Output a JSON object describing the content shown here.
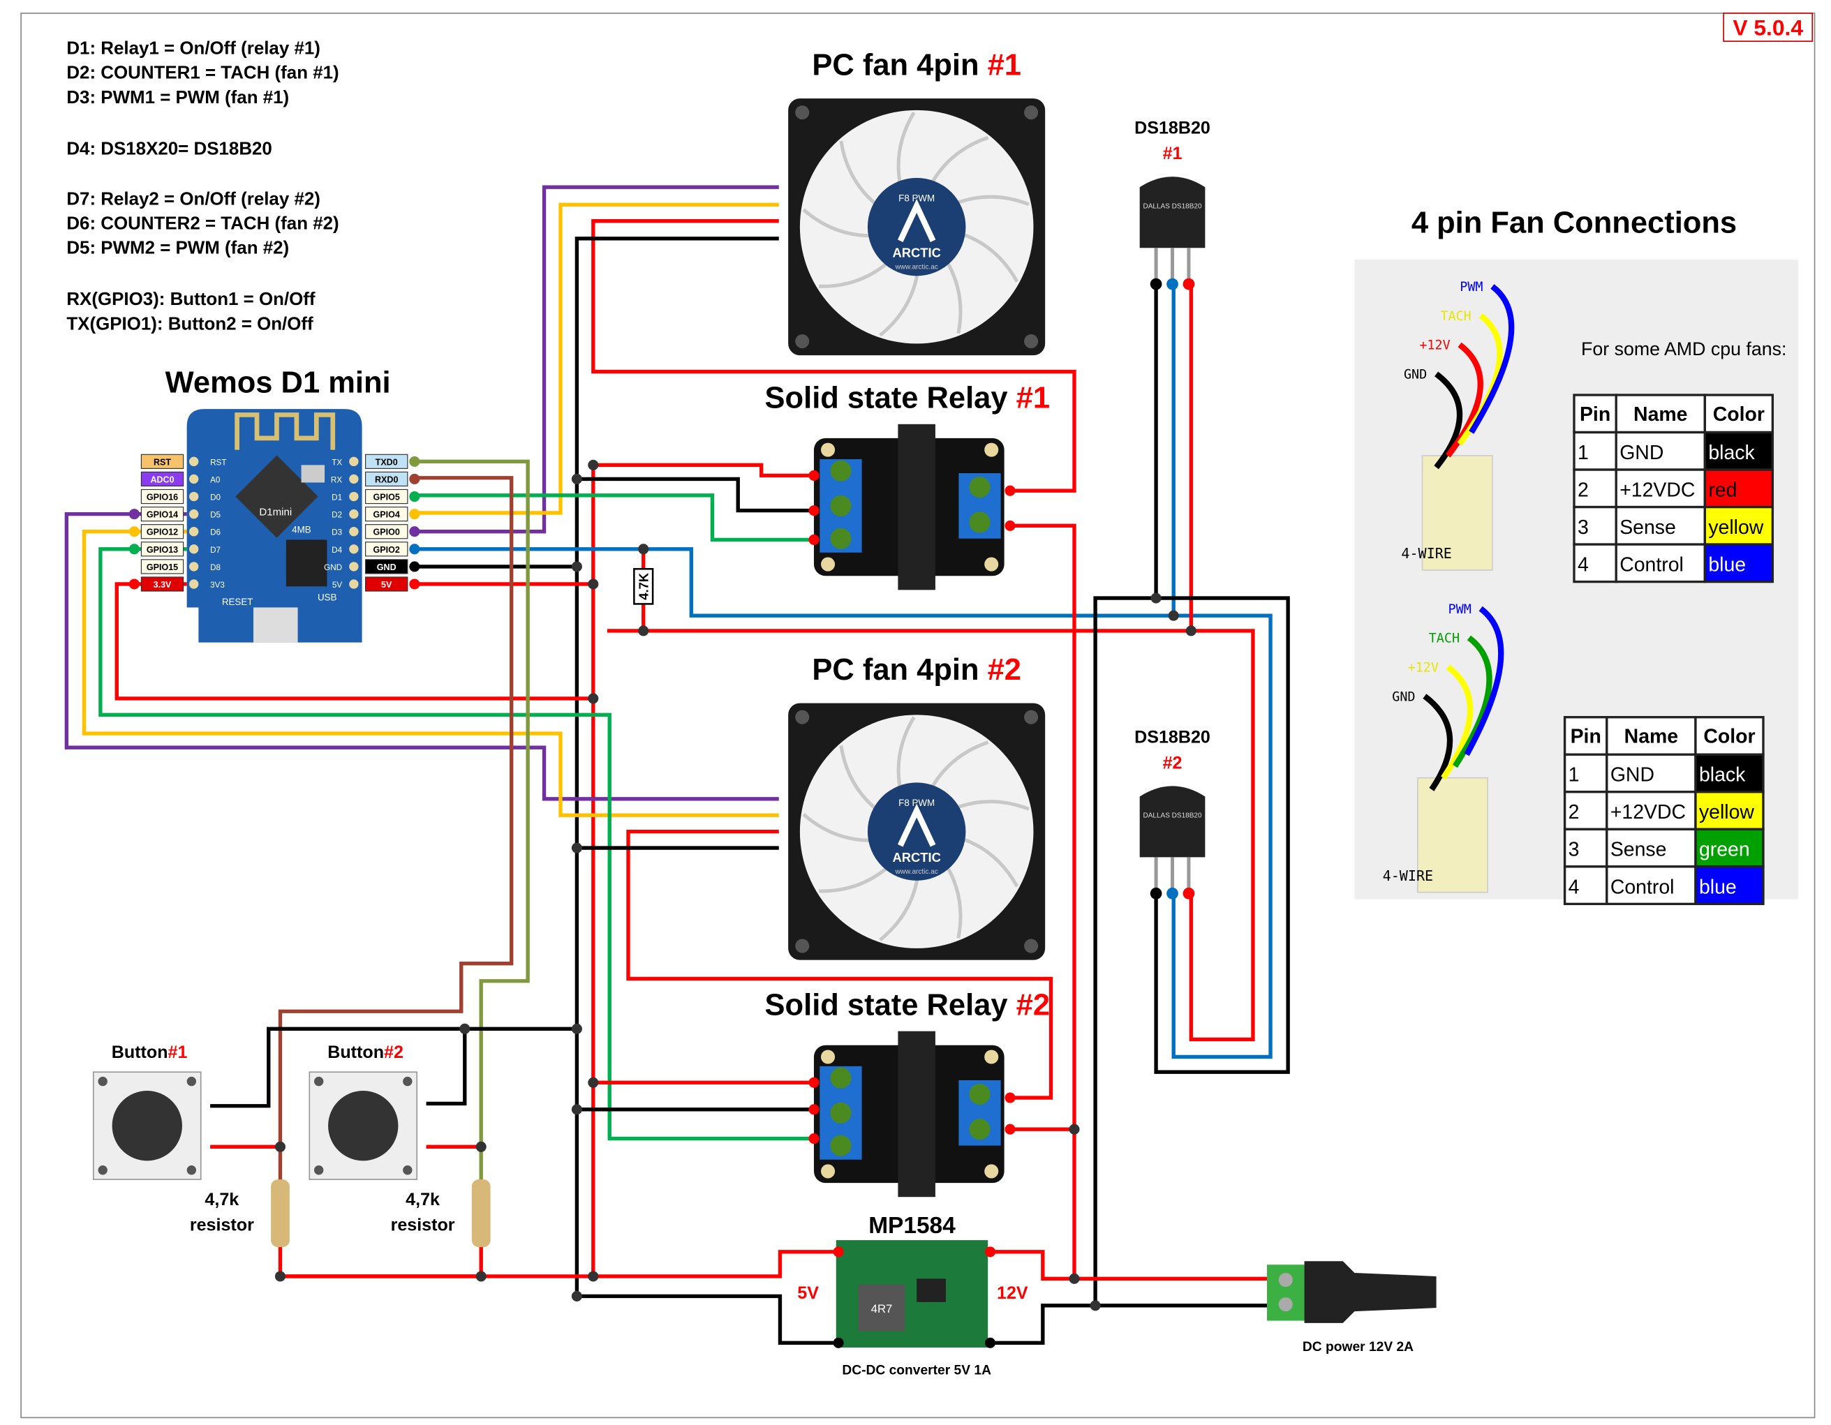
{
  "version": "V 5.0.4",
  "notes": [
    "D1: Relay1 = On/Off  (relay #1)",
    "D2: COUNTER1 = TACH  (fan #1)",
    "D3: PWM1 = PWM  (fan #1)",
    "D4: DS18X20= DS18B20",
    "D7: Relay2 = On/Off  (relay #2)",
    "D6: COUNTER2 = TACH  (fan #2)",
    "D5: PWM2 = PWM  (fan #2)",
    "RX(GPIO3): Button1 = On/Off",
    "TX(GPIO1): Button2 = On/Off"
  ],
  "fan1": {
    "title": "PC fan 4pin ",
    "num": "#1",
    "brand": "ARCTIC",
    "model": "F8 PWM",
    "url": "www.arctic.ac"
  },
  "fan2": {
    "title": "PC fan 4pin ",
    "num": "#2",
    "brand": "ARCTIC",
    "model": "F8 PWM",
    "url": "www.arctic.ac"
  },
  "relay1": {
    "title": "Solid state Relay ",
    "num": "#1"
  },
  "relay2": {
    "title": "Solid state Relay ",
    "num": "#2"
  },
  "sensor1": {
    "title": "DS18B20",
    "num": "#1",
    "chip": "DALLAS DS18B20"
  },
  "sensor2": {
    "title": "DS18B20",
    "num": "#2",
    "chip": "DALLAS DS18B20"
  },
  "resistor_pullup": "4.7K",
  "wemos": {
    "title": "Wemos D1 mini",
    "left_pins": [
      "RST",
      "ADC0",
      "GPIO16",
      "GPIO14",
      "GPIO12",
      "GPIO13",
      "GPIO15",
      "3.3V"
    ],
    "left_silk": [
      "RST",
      "A0",
      "D0",
      "D5",
      "D6",
      "D7",
      "D8",
      "3V3"
    ],
    "right_pins": [
      "TXD0",
      "RXD0",
      "GPIO5",
      "GPIO4",
      "GPIO0",
      "GPIO2",
      "GND",
      "5V"
    ],
    "right_silk": [
      "TX",
      "RX",
      "D1",
      "D2",
      "D3",
      "D4",
      "GND",
      "5V"
    ],
    "board_label": "D1mini",
    "flash": "4MB",
    "reset": "RESET",
    "usb": "USB"
  },
  "buttons": [
    {
      "title": "Button",
      "num": "#1",
      "resistor": "4,7k",
      "resistor_label": "resistor"
    },
    {
      "title": "Button",
      "num": "#2",
      "resistor": "4,7k",
      "resistor_label": "resistor"
    }
  ],
  "converter": {
    "title": "MP1584",
    "out": "5V",
    "in": "12V",
    "caption": "DC-DC converter  5V 1A",
    "inductor": "4R7"
  },
  "dc_jack": {
    "caption": "DC power  12V 2A"
  },
  "fan_connections": {
    "title": "4 pin Fan Connections",
    "wire_label": "4-WIRE",
    "table_note": "For some AMD cpu fans:",
    "headers": [
      "Pin",
      "Name",
      "Color"
    ],
    "diagram1": {
      "wires": [
        {
          "label": "GND",
          "color": "#000000"
        },
        {
          "label": "+12V",
          "color": "#ff0000"
        },
        {
          "label": "TACH",
          "color": "#ffff00"
        },
        {
          "label": "PWM",
          "color": "#0000ff"
        }
      ],
      "rows": [
        [
          "1",
          "GND",
          "black"
        ],
        [
          "2",
          "+12VDC",
          "red"
        ],
        [
          "3",
          "Sense",
          "yellow"
        ],
        [
          "4",
          "Control",
          "blue"
        ]
      ],
      "swatches": [
        "#000000",
        "#ff0000",
        "#ffff00",
        "#0000ff"
      ],
      "swatch_text": [
        "#ffffff",
        "#000000",
        "#000000",
        "#ffffff"
      ]
    },
    "diagram2": {
      "wires": [
        {
          "label": "GND",
          "color": "#000000"
        },
        {
          "label": "+12V",
          "color": "#ffff00"
        },
        {
          "label": "TACH",
          "color": "#00a000"
        },
        {
          "label": "PWM",
          "color": "#0000ff"
        }
      ],
      "rows": [
        [
          "1",
          "GND",
          "black"
        ],
        [
          "2",
          "+12VDC",
          "yellow"
        ],
        [
          "3",
          "Sense",
          "green"
        ],
        [
          "4",
          "Control",
          "blue"
        ]
      ],
      "swatches": [
        "#000000",
        "#ffff00",
        "#00a000",
        "#0000ff"
      ],
      "swatch_text": [
        "#ffffff",
        "#000000",
        "#ffffff",
        "#ffffff"
      ]
    }
  },
  "colors": {
    "accent": "#ff0000",
    "wire_red": "#ff0000",
    "wire_black": "#000000",
    "wire_purple": "#7030a0",
    "wire_yellow": "#ffc000",
    "wire_green": "#00b050",
    "wire_blue": "#0070c0",
    "wire_olive": "#7f9a3c",
    "wire_brown": "#a0402f",
    "board_blue": "#1f5fb0"
  }
}
